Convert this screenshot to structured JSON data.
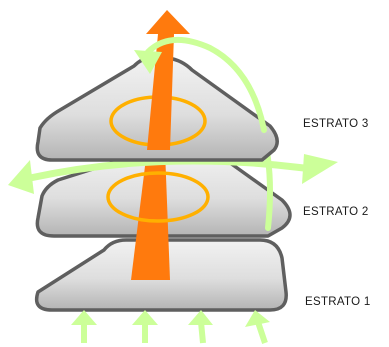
{
  "labels": {
    "stratum_3": "ESTRATO 3",
    "stratum_2": "ESTRATO 2",
    "stratum_1": "ESTRATO 1"
  },
  "colors": {
    "layer_fill_light": "#eeeeee",
    "layer_fill_dark": "#b4b4b4",
    "layer_stroke": "#5f5f5f",
    "central_arrow": "#ff7a0d",
    "ring": "#ffb000",
    "flow_arrows": "#ccff99",
    "label_text": "#1a1a1a"
  },
  "icons": {
    "central_arrow": "up-arrow-icon",
    "inflow_arrows": "up-arrow-icon",
    "circulation": "curved-arrow-icon"
  }
}
